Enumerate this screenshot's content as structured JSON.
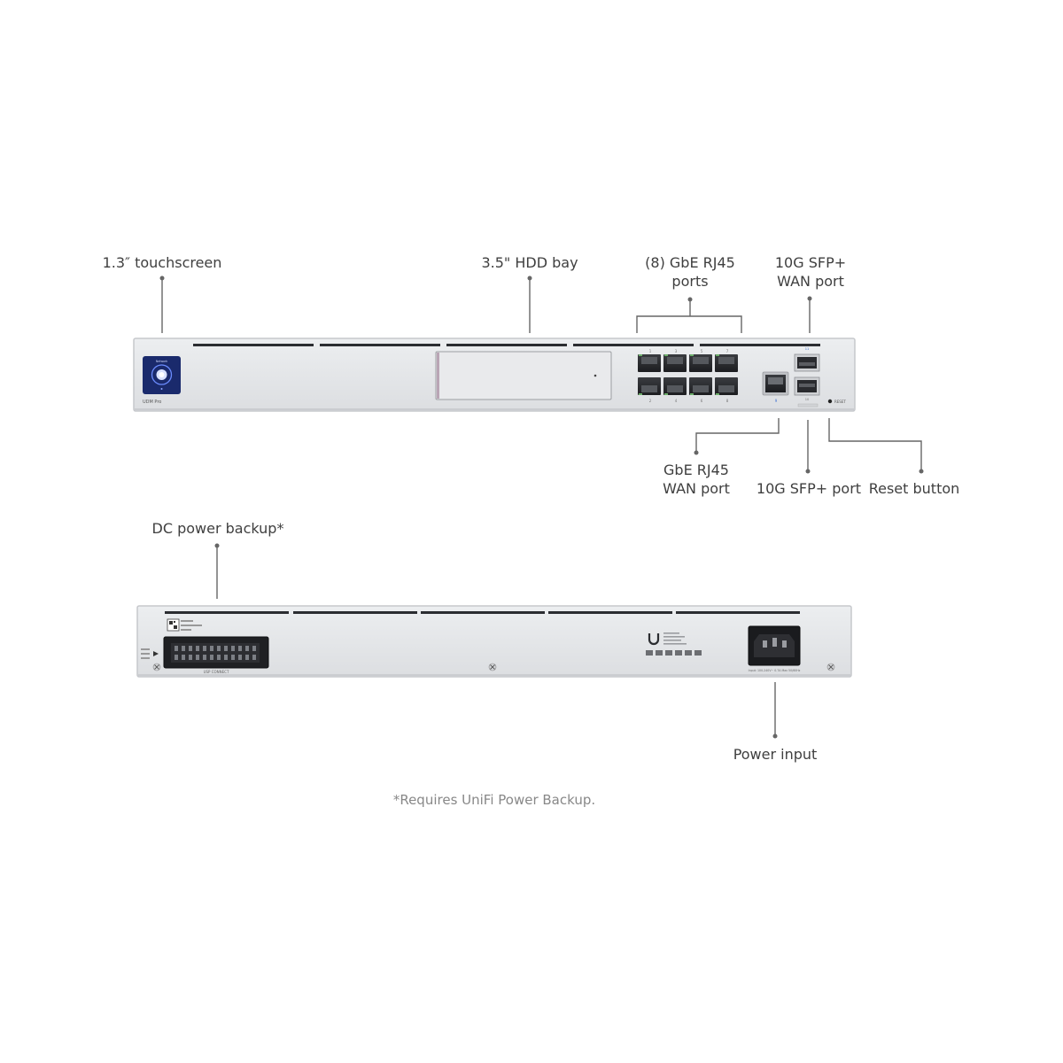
{
  "front": {
    "device_model": "UDM Pro",
    "touchscreen_tag": "Network",
    "port_numbers_top": [
      "1",
      "3",
      "5",
      "7"
    ],
    "port_numbers_bottom": [
      "2",
      "4",
      "6",
      "8"
    ],
    "wan_port_number": "9",
    "sfp_wan_number": "11",
    "sfp_number": "10",
    "reset_label": "RESET"
  },
  "rear": {
    "dc_connector_label": "USP CONNECT",
    "power_rating": "Input: 100-240V~ 0.7A Max 50/60Hz"
  },
  "labels": {
    "touchscreen": "1.3″ touchscreen",
    "hdd_bay": "3.5\" HDD bay",
    "gbe_ports_line1": "(8) GbE RJ45",
    "gbe_ports_line2": "ports",
    "sfp_wan_line1": "10G SFP+",
    "sfp_wan_line2": "WAN port",
    "gbe_wan_line1": "GbE RJ45",
    "gbe_wan_line2": "WAN port",
    "sfp_port": "10G SFP+ port",
    "reset_button": "Reset button",
    "dc_backup": "DC power backup*",
    "power_input": "Power input"
  },
  "footnote": "*Requires UniFi Power Backup.",
  "colors": {
    "chassis": "#e4e5e8",
    "chassis_edge": "#c9cbcf",
    "vent": "#2b2d31",
    "screen": "#1a2a6c",
    "port_green": "#6cae6a",
    "leader": "#666666"
  }
}
